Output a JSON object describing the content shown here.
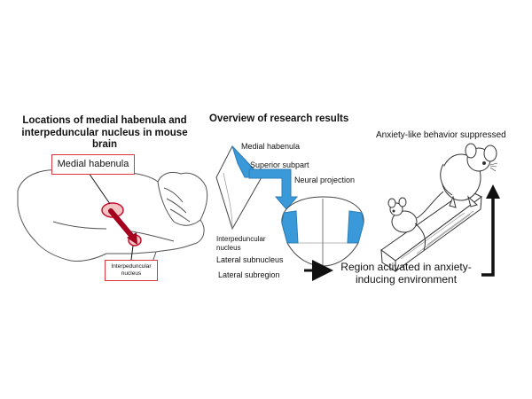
{
  "left_panel": {
    "title": "Locations of medial habenula and interpeduncular nucleus in mouse brain",
    "medial_habenula_label": "Medial habenula",
    "interpeduncular_label": "Interpeduncular nucleus"
  },
  "middle_panel": {
    "title": "Overview of research results",
    "medial_habenula": "Medial habenula",
    "superior_subpart": "Superior subpart",
    "neural_projection": "Neural projection",
    "interpeduncular_nucleus": "Interpeduncular nucleus",
    "lateral_subnucleus": "Lateral subnucleus",
    "lateral_subregion": "Lateral subregion"
  },
  "right_panel": {
    "anxiety_label": "Anxiety-like behavior suppressed",
    "region_label": "Region activated in anxiety-inducing environment"
  },
  "colors": {
    "highlight_blue": "#3a9ad9",
    "marker_red": "#c8102e",
    "box_border": "#d9363e",
    "outline": "#444444"
  }
}
